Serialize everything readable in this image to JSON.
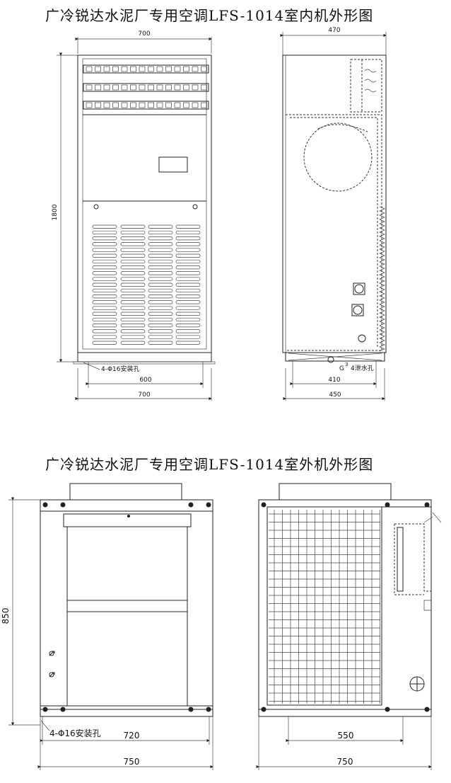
{
  "titles": {
    "indoor": "广冷锐达水泥厂专用空调LFS-1014室内机外形图",
    "outdoor": "广冷锐达水泥厂专用空调LFS-1014室外机外形图"
  },
  "indoor_front": {
    "width_top": "700",
    "height": "1800",
    "hole_note": "4-Φ16安装孔",
    "hole_span": "600",
    "width_bottom": "700"
  },
  "indoor_side": {
    "depth_top": "470",
    "drain_note": "4泄水孔",
    "drain_prefix": "G",
    "drain_fraction": "3",
    "base_span": "410",
    "depth_bottom": "450"
  },
  "outdoor_front": {
    "height": "850",
    "hole_note": "4-Φ16安装孔",
    "hole_span": "720",
    "width": "750"
  },
  "outdoor_side": {
    "foot_span": "550",
    "width": "750"
  }
}
